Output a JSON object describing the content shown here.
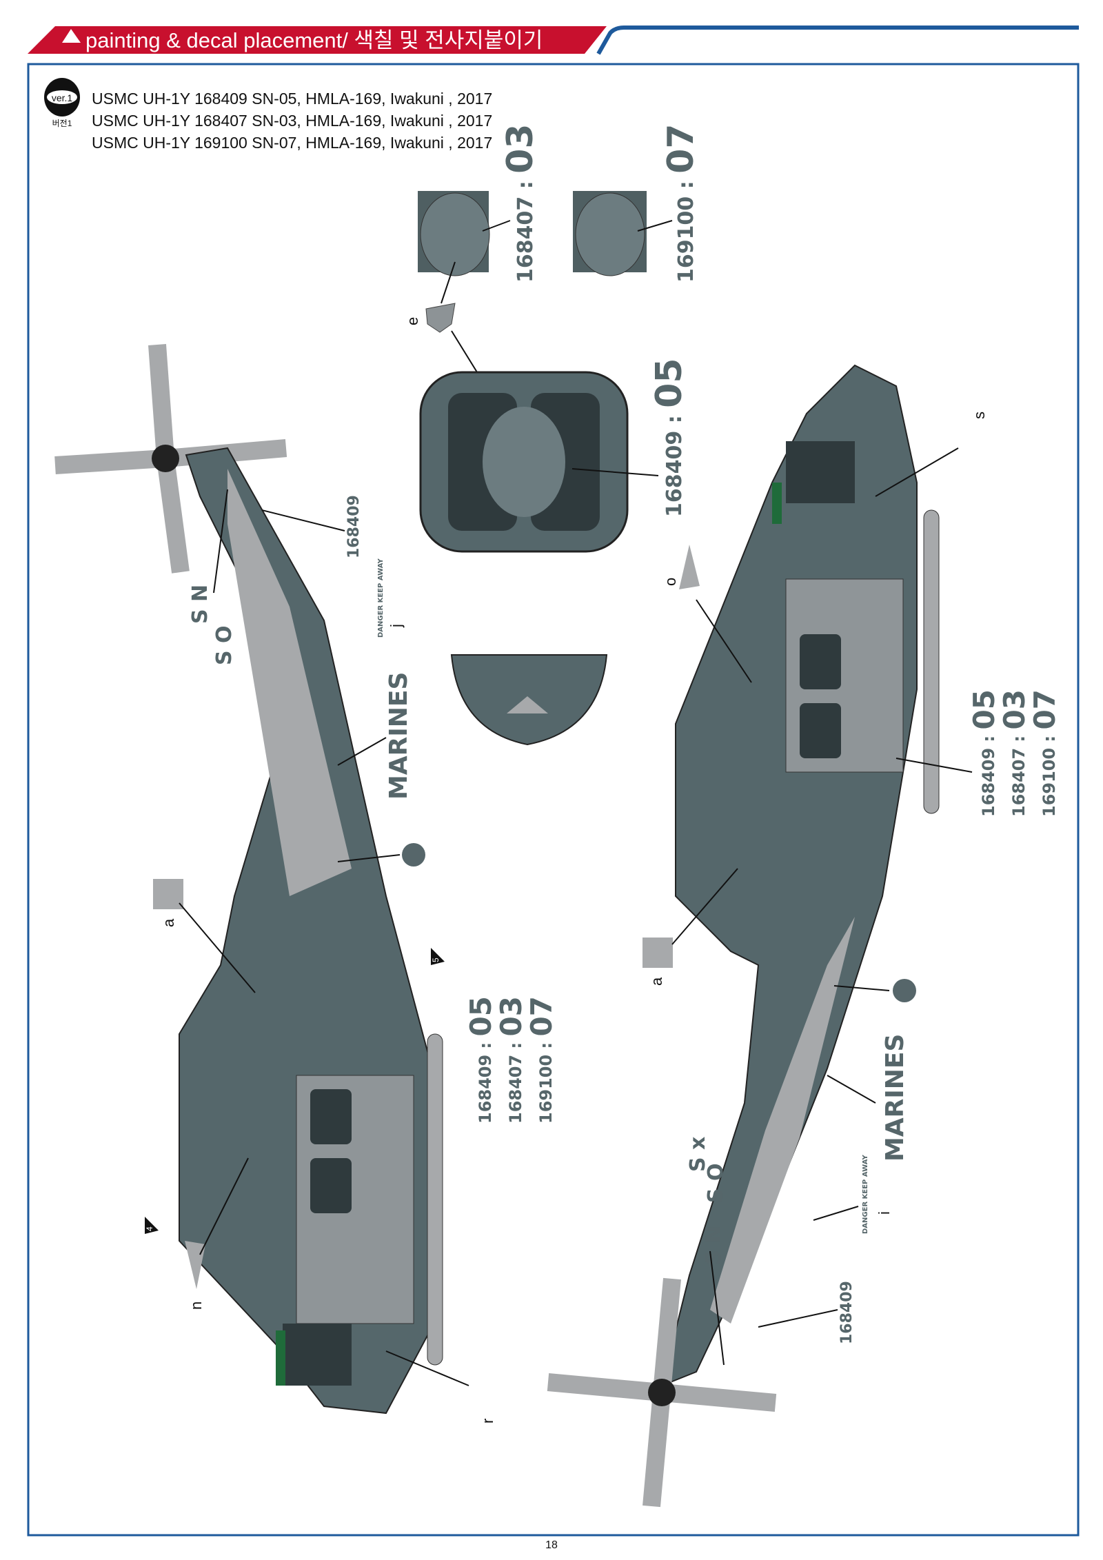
{
  "header": {
    "title": "painting & decal placement/ 색칠 및 전사지붙이기"
  },
  "version": {
    "badge": "ver.1",
    "korean": "버전1",
    "aircraft": [
      "USMC UH-1Y 168409 SN-05, HMLA-169, Iwakuni , 2017",
      "USMC UH-1Y 168407 SN-03, HMLA-169, Iwakuni , 2017",
      "USMC UH-1Y 169100 SN-07, HMLA-169, Iwakuni , 2017"
    ]
  },
  "insets": [
    {
      "serial": "168407",
      "sep": ":",
      "num": "03"
    },
    {
      "serial": "169100",
      "sep": ":",
      "num": "07"
    }
  ],
  "front_code": {
    "serial": "168409",
    "sep": ":",
    "num": "05"
  },
  "codes": [
    {
      "serial": "168409",
      "num": "05"
    },
    {
      "serial": "168407",
      "num": "03"
    },
    {
      "serial": "169100",
      "num": "07"
    }
  ],
  "decals": {
    "serial": "168409",
    "marines": "MARINES",
    "sn": "S N",
    "so": "S O",
    "sx": "S x",
    "danger": "DANGER KEEP AWAY",
    "sep": ":"
  },
  "callouts": {
    "a": "a",
    "e": "e",
    "n": "n",
    "o": "o",
    "r": "r",
    "s": "s",
    "i": "i",
    "j": "j",
    "step4": "4",
    "step5": "5"
  },
  "colors": {
    "red": "#c8102e",
    "blue": "#1e5a9c",
    "body": "#55676b",
    "light": "#a7a9ab"
  },
  "page_number": "18"
}
